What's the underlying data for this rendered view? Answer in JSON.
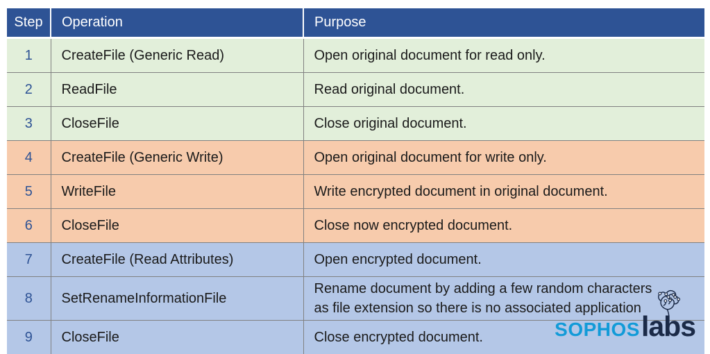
{
  "table": {
    "columns": [
      {
        "key": "step",
        "label": "Step"
      },
      {
        "key": "operation",
        "label": "Operation"
      },
      {
        "key": "purpose",
        "label": "Purpose"
      }
    ],
    "rows": [
      {
        "step": "1",
        "operation": "CreateFile (Generic Read)",
        "purpose": "Open original document for read only.",
        "group": "read"
      },
      {
        "step": "2",
        "operation": "ReadFile",
        "purpose": "Read original document.",
        "group": "read"
      },
      {
        "step": "3",
        "operation": "CloseFile",
        "purpose": "Close original document.",
        "group": "read"
      },
      {
        "step": "4",
        "operation": "CreateFile (Generic Write)",
        "purpose": "Open original document for write only.",
        "group": "write"
      },
      {
        "step": "5",
        "operation": "WriteFile",
        "purpose": "Write encrypted document in original document.",
        "group": "write"
      },
      {
        "step": "6",
        "operation": "CloseFile",
        "purpose": "Close now encrypted document.",
        "group": "write"
      },
      {
        "step": "7",
        "operation": "CreateFile (Read Attributes)",
        "purpose": "Open encrypted document.",
        "group": "rename"
      },
      {
        "step": "8",
        "operation": "SetRenameInformationFile",
        "purpose": "Rename document by adding a few random characters\nas file extension so there is no associated application",
        "group": "rename"
      },
      {
        "step": "9",
        "operation": "CloseFile",
        "purpose": "Close encrypted document.",
        "group": "rename"
      }
    ]
  },
  "logo": {
    "brand": "SOPHOS",
    "suffix": "labs",
    "icon": "brain-circuit-icon"
  },
  "colors": {
    "header_bg": "#2E5395",
    "header_text": "#FFFFFF",
    "row_read": "#E2EFDA",
    "row_write": "#F7CBAC",
    "row_rename": "#B4C7E7",
    "step_number": "#2E5395",
    "body_text": "#1A1A1A",
    "grid_line": "#808080",
    "sophos_blue": "#129BD8",
    "labs_navy": "#1B2A47"
  }
}
